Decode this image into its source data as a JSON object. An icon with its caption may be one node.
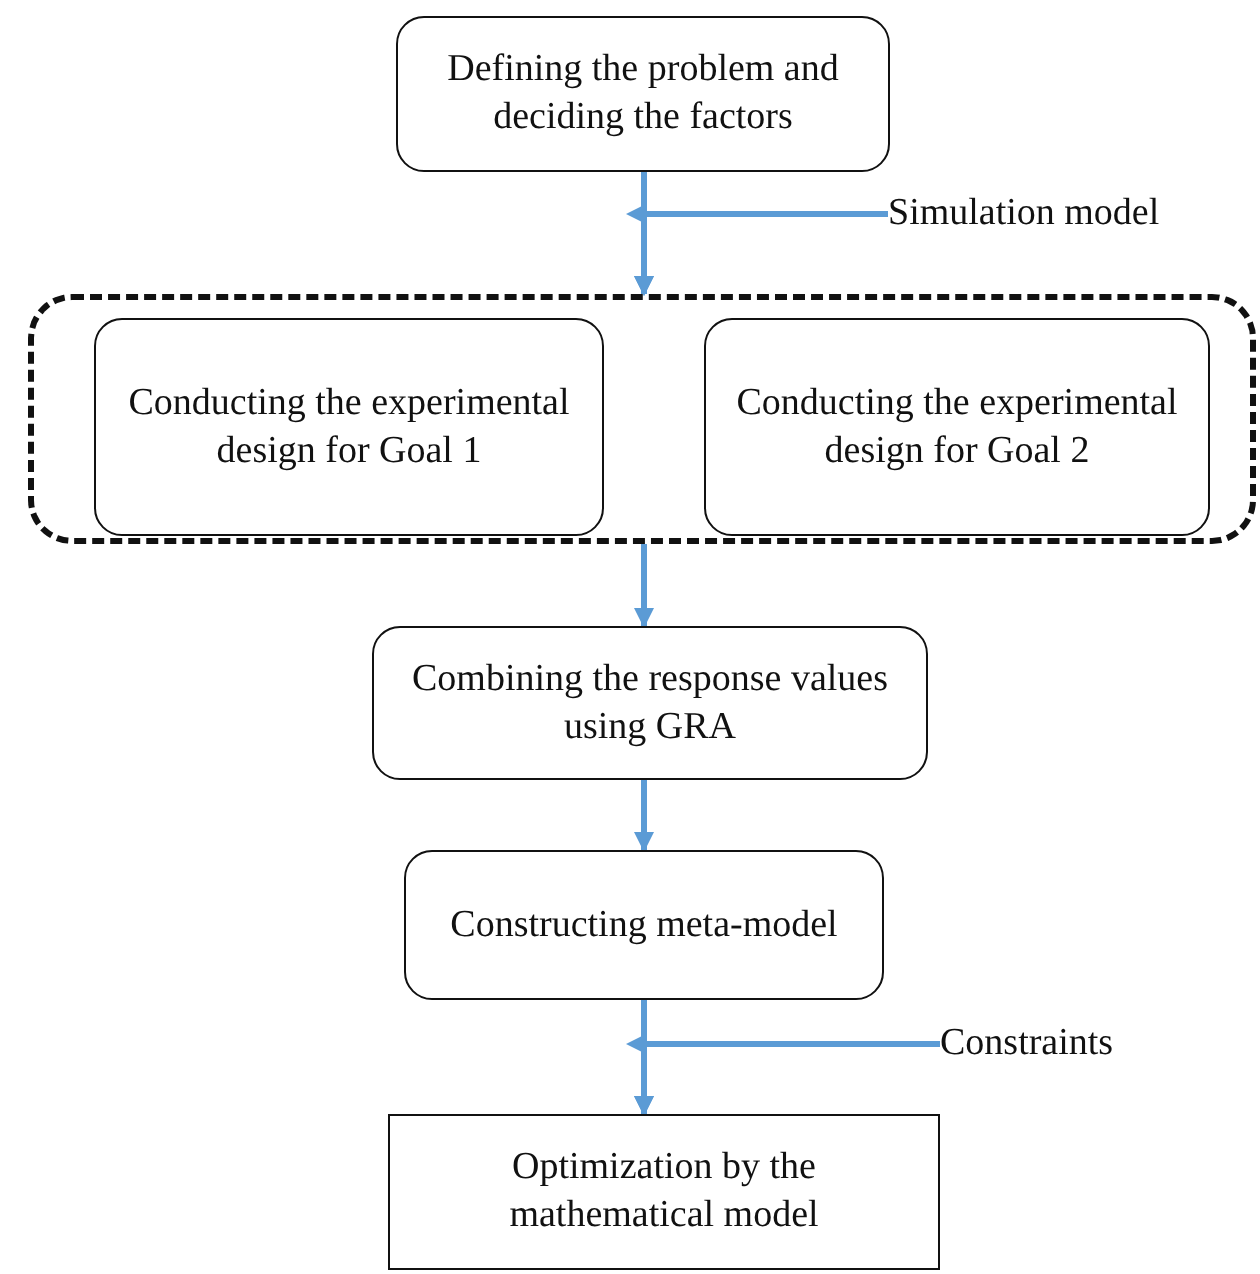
{
  "diagram": {
    "nodes": [
      {
        "text": [
          "Defining the problem and deciding the factors"
        ]
      },
      {
        "text": [],
        "shape": "box"
      },
      {
        "text": [
          "Conducting the experimental design for Goal 1"
        ],
        "in": 1
      },
      {
        "text": [
          "Conducting the experimental design for Goal 2"
        ],
        "in": 1
      },
      {
        "text": [
          "Combining the response values using GRA"
        ]
      },
      {
        "text": [
          "Constructing meta-model"
        ]
      },
      {
        "text": [
          "Optimization by the mathematical model"
        ]
      },
      {
        "text": [
          "Simulation model"
        ]
      },
      {
        "text": [
          "Constraints"
        ]
      }
    ],
    "edges": [
      {
        "from": 0,
        "to": 1,
        "arrow": "to"
      },
      {
        "from": 7,
        "to": 1,
        "arrow": "to"
      },
      {
        "from": 1,
        "to": 4,
        "arrow": "to"
      },
      {
        "from": 4,
        "to": 5,
        "arrow": "to"
      },
      {
        "from": 5,
        "to": 6,
        "arrow": "to"
      },
      {
        "from": 8,
        "to": 6,
        "arrow": "to"
      }
    ]
  }
}
